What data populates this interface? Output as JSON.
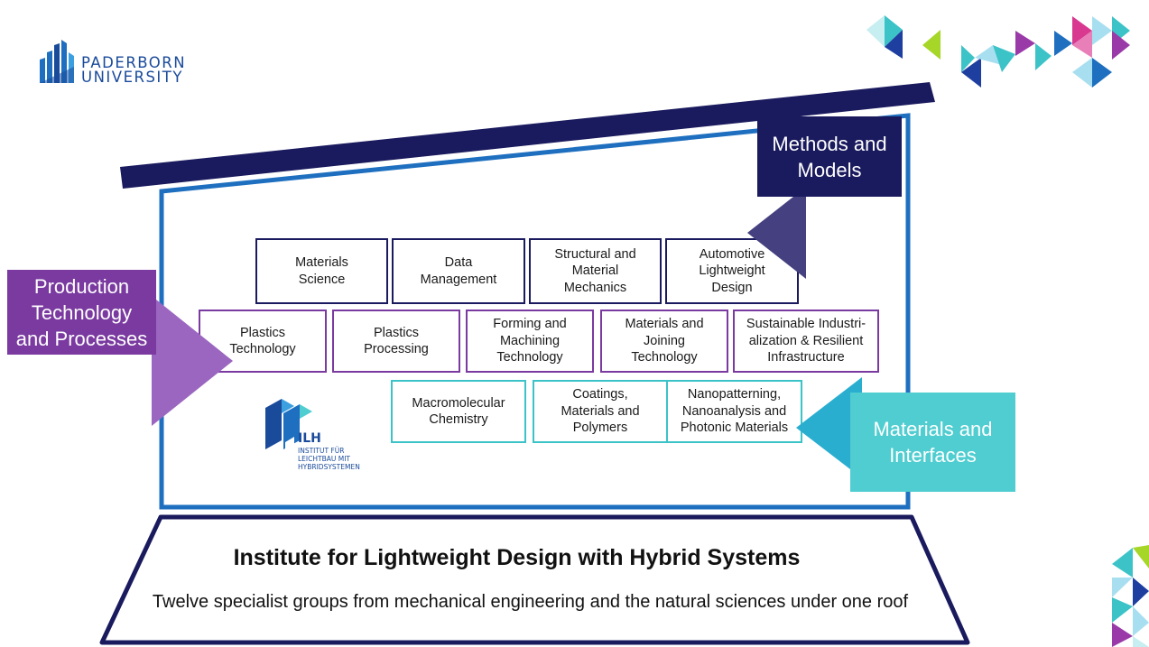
{
  "university": {
    "name": "PADERBORN\nUNIVERSITY"
  },
  "categories": {
    "methods": "Methods and\nModels",
    "production": "Production\nTechnology\nand Processes",
    "materials": "Materials and\nInterfaces"
  },
  "groups": {
    "row1": [
      "Materials\nScience",
      "Data\nManagement",
      "Structural and\nMaterial\nMechanics",
      "Automotive\nLightweight\nDesign"
    ],
    "row2": [
      "Plastics\nTechnology",
      "Plastics\nProcessing",
      "Forming and\nMachining\nTechnology",
      "Materials and\nJoining\nTechnology",
      "Sustainable Industri-\nalization & Resilient\nInfrastructure"
    ],
    "row3": [
      "Macromolecular\nChemistry",
      "Coatings,\nMaterials and\nPolymers",
      "Nanopatterning,\nNanoanalysis and\nPhotonic Materials"
    ]
  },
  "ilh": {
    "title": "ILH",
    "subtitle": "INSTITUT FÜR\nLEICHTBAU MIT\nHYBRIDSYSTEMEN"
  },
  "base": {
    "title": "Institute for Lightweight Design with Hybrid Systems",
    "subtitle": "Twelve specialist groups from mechanical engineering and the natural sciences under one roof"
  },
  "colors": {
    "navy": "#1a1a5e",
    "purple": "#7a3aa0",
    "teal": "#4fcdd0",
    "blue_frame": "#1e6fbf",
    "uni_blue": "#1a4b9b"
  }
}
